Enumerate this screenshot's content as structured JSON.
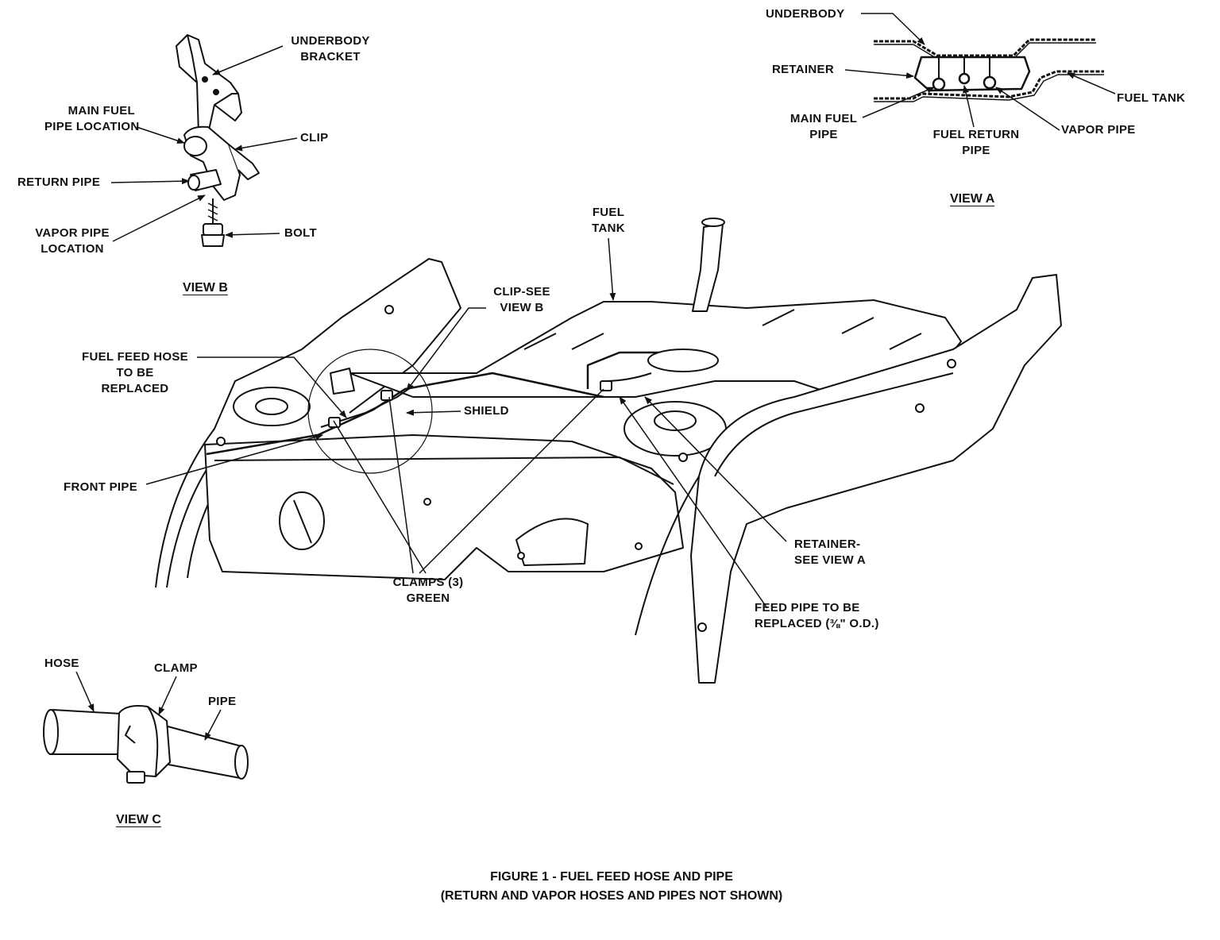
{
  "figure": {
    "caption_line1": "FIGURE 1 - FUEL FEED HOSE AND PIPE",
    "caption_line2": "(RETURN AND VAPOR HOSES AND PIPES NOT SHOWN)"
  },
  "view_a": {
    "title": "VIEW A",
    "labels": {
      "underbody": "UNDERBODY",
      "retainer": "RETAINER",
      "main_fuel_pipe": "MAIN FUEL\nPIPE",
      "fuel_return_pipe": "FUEL RETURN\nPIPE",
      "vapor_pipe": "VAPOR PIPE",
      "fuel_tank": "FUEL TANK"
    }
  },
  "view_b": {
    "title": "VIEW B",
    "labels": {
      "underbody_bracket": "UNDERBODY\nBRACKET",
      "main_fuel_pipe_location": "MAIN FUEL\nPIPE LOCATION",
      "clip": "CLIP",
      "return_pipe": "RETURN PIPE",
      "vapor_pipe_location": "VAPOR PIPE\nLOCATION",
      "bolt": "BOLT"
    }
  },
  "view_c": {
    "title": "VIEW C",
    "labels": {
      "hose": "HOSE",
      "clamp": "CLAMP",
      "pipe": "PIPE"
    }
  },
  "main_view": {
    "labels": {
      "fuel_tank": "FUEL\nTANK",
      "clip_see_view_b": "CLIP-SEE\nVIEW B",
      "fuel_feed_hose": "FUEL FEED HOSE\nTO BE\nREPLACED",
      "shield": "SHIELD",
      "front_pipe": "FRONT PIPE",
      "retainer_see_view_a": "RETAINER-\nSEE VIEW A",
      "clamps": "CLAMPS (3)\nGREEN",
      "feed_pipe": "FEED PIPE TO BE\nREPLACED (⅜\" O.D.)"
    }
  }
}
